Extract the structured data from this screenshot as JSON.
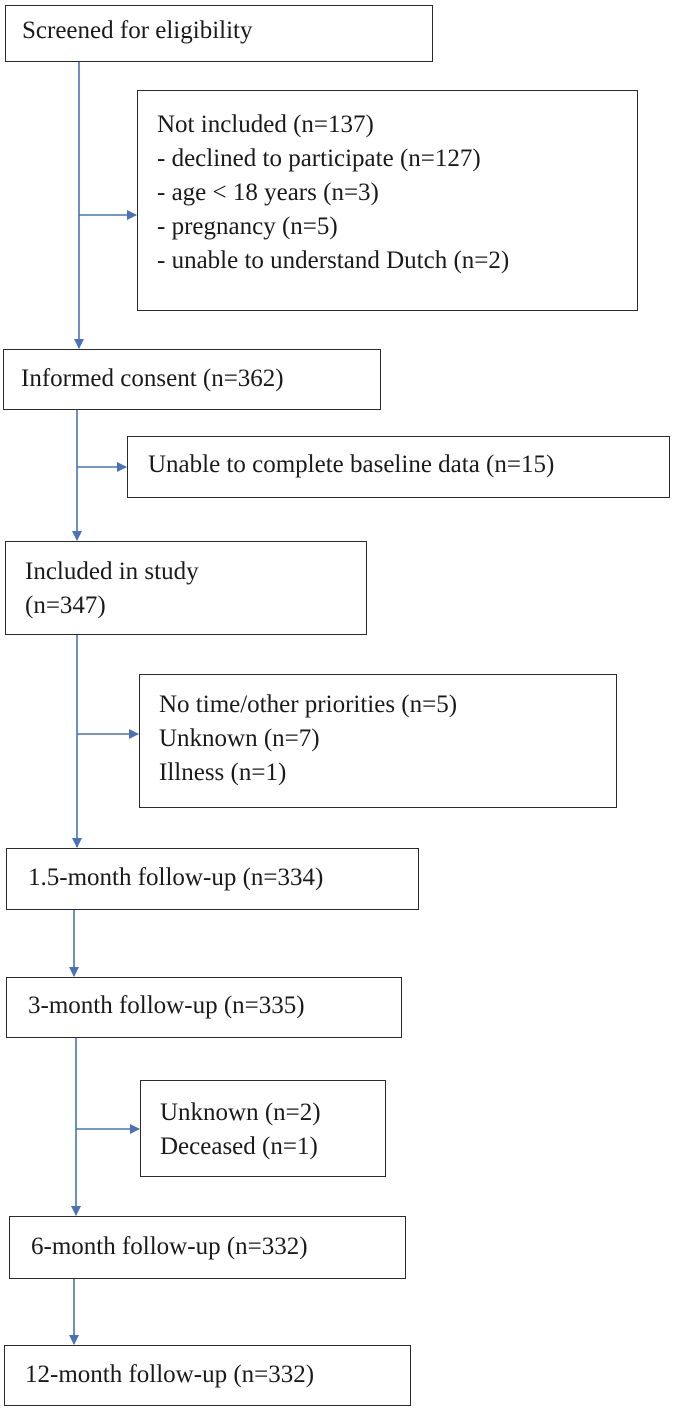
{
  "flowchart": {
    "line_color": "#4a72b8",
    "main_steps": [
      {
        "lines": [
          "Screened for eligibility"
        ]
      },
      {
        "lines": [
          "Informed consent (n=362)"
        ]
      },
      {
        "lines": [
          "Included in study",
          "(n=347)"
        ]
      },
      {
        "lines": [
          "1.5-month follow-up (n=334)"
        ]
      },
      {
        "lines": [
          "3-month follow-up (n=335)"
        ]
      },
      {
        "lines": [
          "6-month follow-up (n=332)"
        ]
      },
      {
        "lines": [
          "12-month follow-up (n=332)"
        ]
      }
    ],
    "side_boxes": [
      {
        "lines": [
          "Not included (n=137)",
          "- declined to participate (n=127)",
          "- age < 18 years (n=3)",
          "- pregnancy (n=5)",
          "- unable to understand Dutch (n=2)"
        ]
      },
      {
        "lines": [
          "Unable to complete baseline data (n=15)"
        ]
      },
      {
        "lines": [
          "No time/other priorities (n=5)",
          "Unknown (n=7)",
          "Illness (n=1)"
        ]
      },
      {
        "lines": [
          "Unknown (n=2)",
          "Deceased (n=1)"
        ]
      }
    ]
  }
}
